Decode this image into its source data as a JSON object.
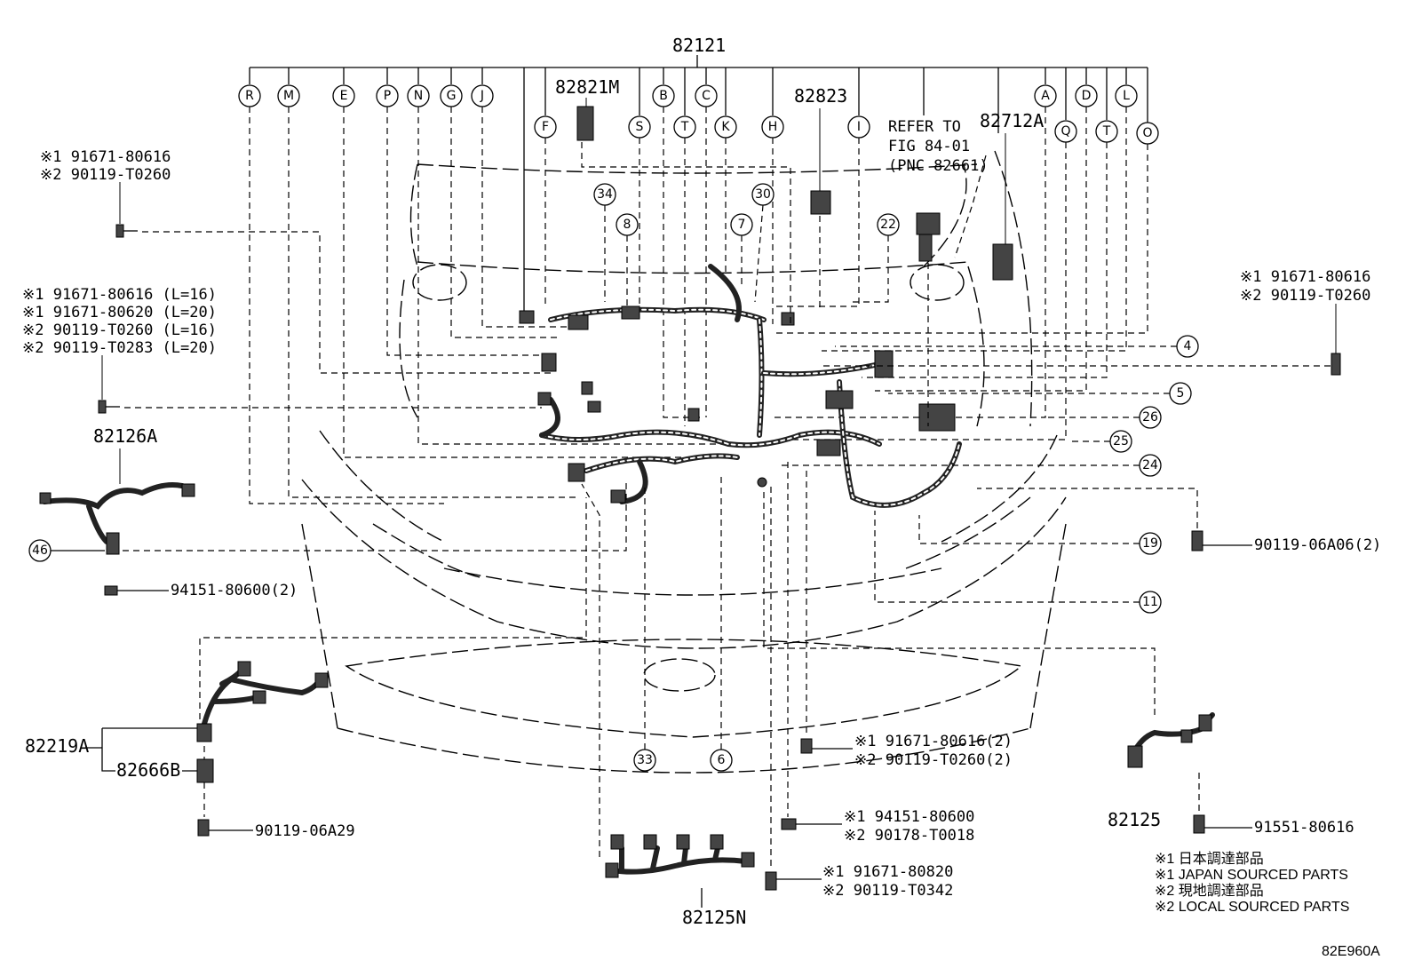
{
  "top_part": "82121",
  "letter_callouts": [
    "R",
    "M",
    "E",
    "P",
    "N",
    "G",
    "J",
    "F",
    "S",
    "B",
    "T",
    "C",
    "K",
    "H",
    "I",
    "A",
    "Q",
    "D",
    "T",
    "L",
    "O"
  ],
  "number_callouts": [
    "34",
    "8",
    "30",
    "7",
    "22",
    "4",
    "5",
    "26",
    "25",
    "24",
    "19",
    "11",
    "46",
    "33",
    "6"
  ],
  "part_numbers": {
    "p82821M": "82821M",
    "p82823": "82823",
    "p82712A": "82712A",
    "p82126A": "82126A",
    "p82219A": "82219A",
    "p82666B": "82666B",
    "p82125": "82125",
    "p82125N": "82125N"
  },
  "refer": {
    "line1": "REFER TO",
    "line2": "FIG 84-01",
    "line3": "(PNC 82661)"
  },
  "fasteners": {
    "left_top": [
      "※1 91671-80616",
      "※2 90119-T0260"
    ],
    "left_mid": [
      "※1 91671-80616 (L=16)",
      "※1 91671-80620 (L=20)",
      "※2 90119-T0260 (L=16)",
      "※2 90119-T0283 (L=20)"
    ],
    "right_top": [
      "※1 91671-80616",
      "※2 90119-T0260"
    ],
    "nut_46": "94151-80600(2)",
    "bolt_19": "90119-06A06(2)",
    "bottom_center1": [
      "※1 91671-80616(2)",
      "※2 90119-T0260(2)"
    ],
    "bottom_center2": [
      "※1 94151-80600",
      "※2 90178-T0018"
    ],
    "bottom_center3": [
      "※1 91671-80820",
      "※2 90119-T0342"
    ],
    "bolt_82219": "90119-06A29",
    "bolt_82125": "91551-80616"
  },
  "legend": [
    "※1 日本調達部品",
    "※1 JAPAN SOURCED PARTS",
    "※2 現地調達部品",
    "※2 LOCAL SOURCED PARTS"
  ],
  "figure_id": "82E960A"
}
